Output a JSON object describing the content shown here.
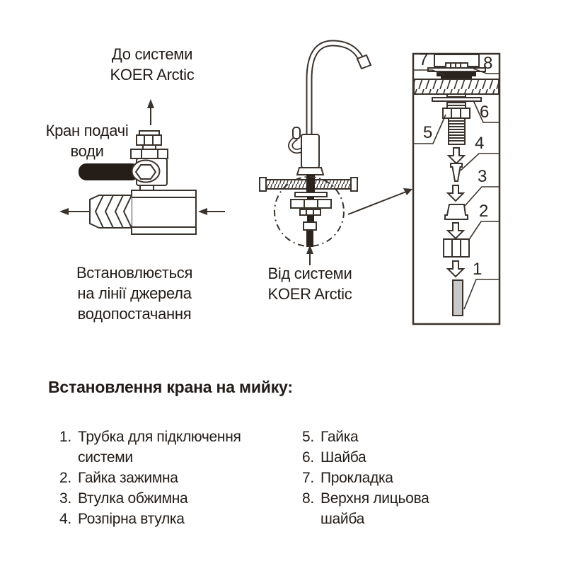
{
  "labels": {
    "to_system": "До системи\nKOER Arctic",
    "supply_valve": "Кран подачі\nводи",
    "installed_on": "Встановлюється\nна лінії джерела\nводопостачання",
    "from_system": "Від системи\nKOER Arctic"
  },
  "exploded_view": {
    "part_numbers": {
      "p1": "1",
      "p2": "2",
      "p3": "3",
      "p4": "4",
      "p5": "5",
      "p6": "6",
      "p7": "7",
      "p8": "8"
    }
  },
  "parts_list": {
    "heading": "Встановлення крана на мийку:",
    "left_column": [
      {
        "num": "1.",
        "text": "Трубка для підключення системи"
      },
      {
        "num": "2.",
        "text": "Гайка зажимна"
      },
      {
        "num": "3.",
        "text": "Втулка обжимна"
      },
      {
        "num": "4.",
        "text": "Розпірна втулка"
      }
    ],
    "right_column": [
      {
        "num": "5.",
        "text": "Гайка"
      },
      {
        "num": "6.",
        "text": "Шайба"
      },
      {
        "num": "7.",
        "text": "Прокладка"
      },
      {
        "num": "8.",
        "text": "Верхня лицьова шайба"
      }
    ]
  },
  "colors": {
    "line": "#3a322c",
    "dark_fill": "#2a221c",
    "tube_fill": "#c9c9c9",
    "text": "#221c18"
  }
}
